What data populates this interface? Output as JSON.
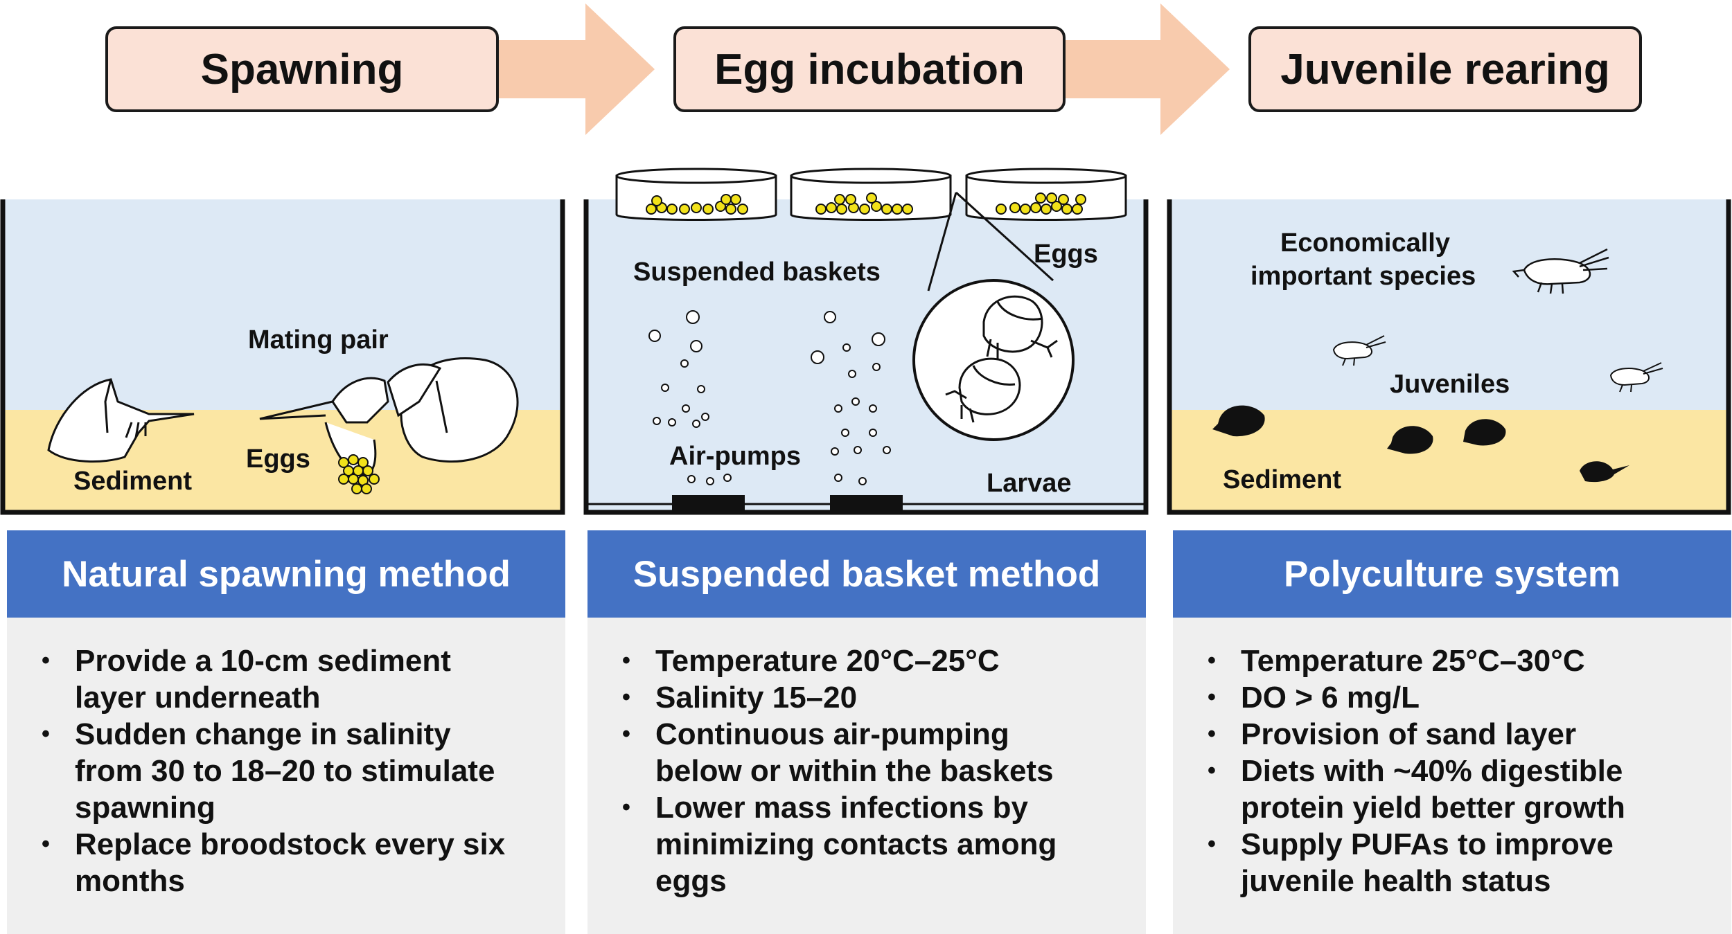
{
  "stages": [
    {
      "label": "Spawning"
    },
    {
      "label": "Egg incubation"
    },
    {
      "label": "Juvenile rearing"
    }
  ],
  "panels": {
    "spawning": {
      "mating_pair": "Mating pair",
      "eggs": "Eggs",
      "sediment": "Sediment"
    },
    "incubation": {
      "suspended_baskets": "Suspended baskets",
      "eggs": "Eggs",
      "air_pumps": "Air-pumps",
      "larvae": "Larvae"
    },
    "rearing": {
      "economic_species_line1": "Economically",
      "economic_species_line2": "important species",
      "juveniles": "Juveniles",
      "sediment": "Sediment"
    }
  },
  "methods": [
    {
      "title": "Natural spawning method",
      "bullets": [
        {
          "lines": [
            "Provide a 10-cm sediment",
            "layer underneath"
          ]
        },
        {
          "lines": [
            "Sudden change in salinity",
            "from 30 to 18–20 to stimulate",
            "spawning"
          ]
        },
        {
          "lines": [
            "Replace broodstock every six",
            "months"
          ]
        }
      ]
    },
    {
      "title": "Suspended basket method",
      "bullets": [
        {
          "lines": [
            "Temperature 20°C–25°C"
          ]
        },
        {
          "lines": [
            "Salinity 15–20"
          ]
        },
        {
          "lines": [
            "Continuous air-pumping",
            "below or within the baskets"
          ]
        },
        {
          "lines": [
            "Lower mass infections by",
            "minimizing contacts among",
            "eggs"
          ]
        }
      ]
    },
    {
      "title": "Polyculture system",
      "bullets": [
        {
          "lines": [
            "Temperature 25°C–30°C"
          ]
        },
        {
          "lines": [
            "DO > 6 mg/L"
          ]
        },
        {
          "lines": [
            "Provision of sand layer"
          ]
        },
        {
          "lines": [
            "Diets with ~40% digestible",
            "protein yield better growth"
          ]
        },
        {
          "lines": [
            "Supply PUFAs to improve",
            "juvenile health status"
          ]
        }
      ]
    }
  ],
  "colors": {
    "stage_fill": "#fbe1d6",
    "arrow_fill": "#f8cbad",
    "water": "#dde9f5",
    "sediment": "#fbe6a3",
    "method_bar": "#4472c4",
    "notes_bg": "#efefef",
    "egg": "#f2e21a"
  },
  "icons": [
    "horseshoe-crab-icon",
    "shrimp-icon",
    "air-bubble-icon",
    "basket-icon",
    "larva-icon"
  ]
}
